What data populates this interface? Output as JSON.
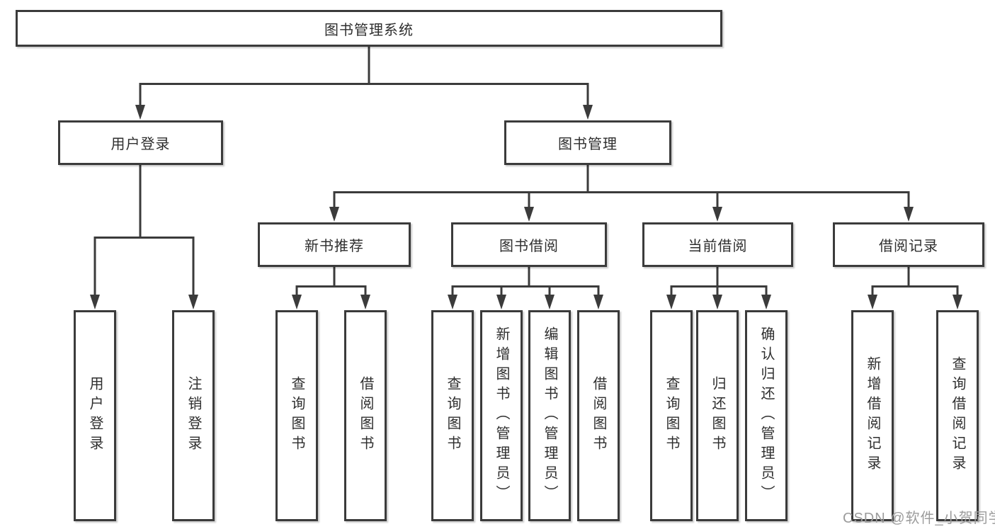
{
  "tree": {
    "root": "图书管理系统",
    "branches": [
      {
        "label": "用户登录",
        "leaves": [
          "用户登录",
          "注销登录"
        ]
      },
      {
        "label": "图书管理",
        "groups": [
          {
            "label": "新书推荐",
            "leaves": [
              "查询图书",
              "借阅图书"
            ]
          },
          {
            "label": "图书借阅",
            "leaves": [
              "查询图书",
              "新增图书（管理员）",
              "编辑图书（管理员）",
              "借阅图书"
            ]
          },
          {
            "label": "当前借阅",
            "leaves": [
              "查询图书",
              "归还图书",
              "确认归还（管理员）"
            ]
          },
          {
            "label": "借阅记录",
            "leaves": [
              "新增借阅记录",
              "查询借阅记录"
            ]
          }
        ]
      }
    ]
  },
  "watermark": "CSDN @软件_小贺同学",
  "colors": {
    "line": "#3b3b3b",
    "text": "#2e2e2e",
    "background": "#ffffff",
    "watermark": "#9c9c9c"
  }
}
